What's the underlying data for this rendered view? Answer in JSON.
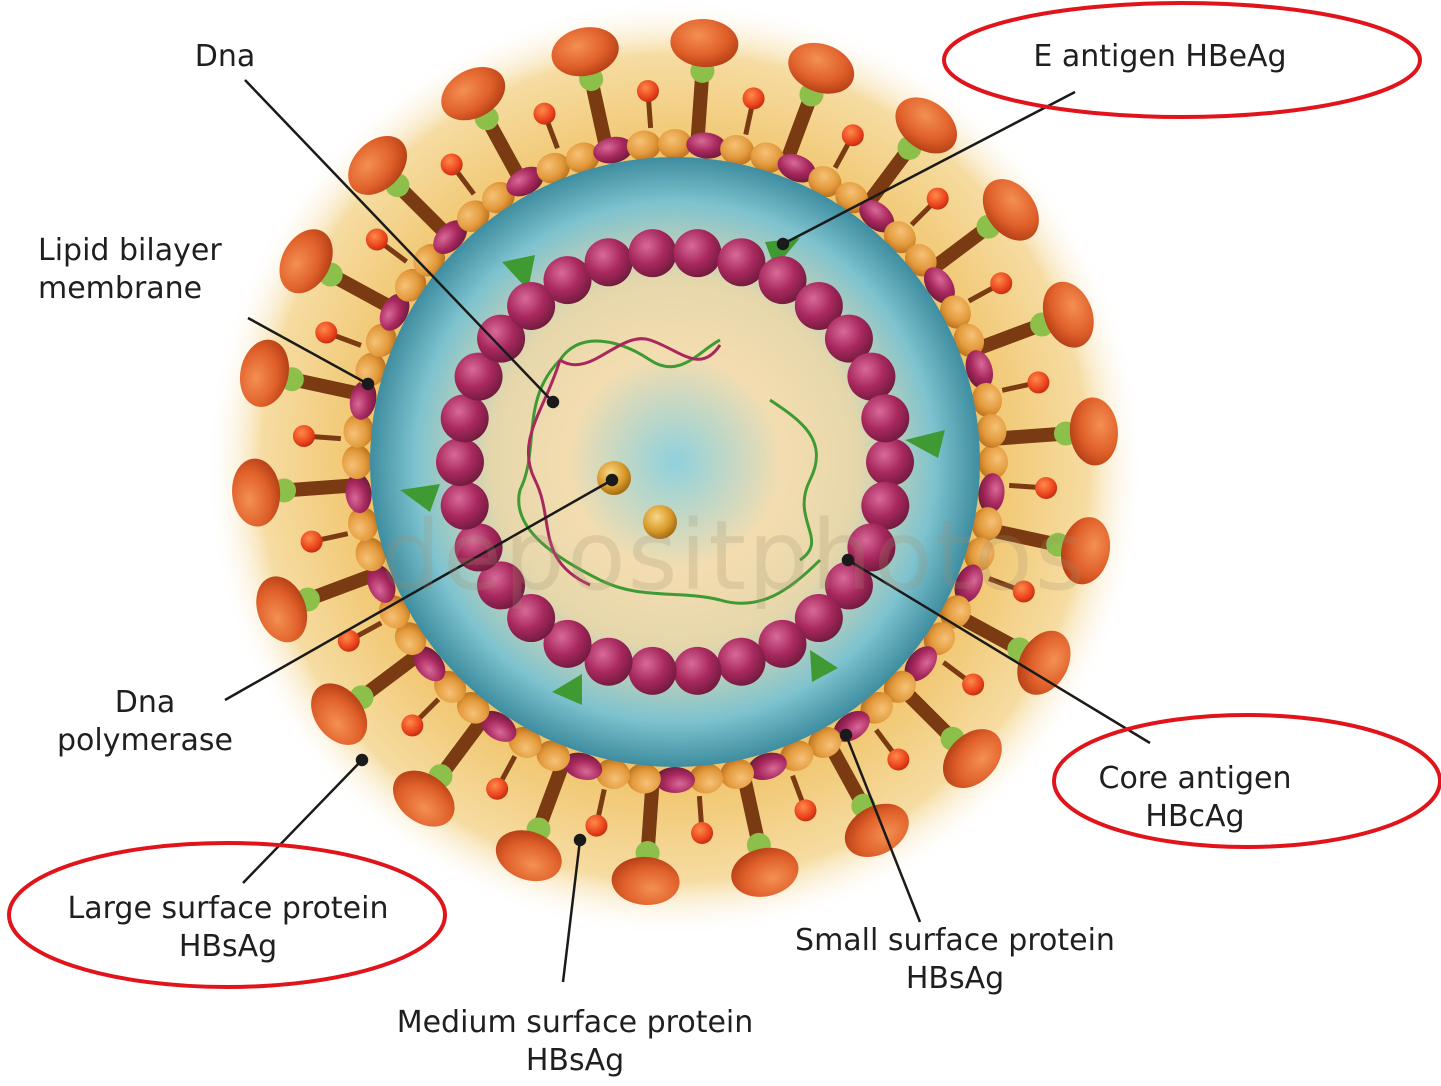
{
  "labels": {
    "dna": "Dna",
    "e_antigen": "E antigen HBeAg",
    "lipid_line1": "Lipid bilayer",
    "lipid_line2": "membrane",
    "polymerase_line1": "Dna",
    "polymerase_line2": "polymerase",
    "core_line1": "Core antigen",
    "core_line2": "HBcAg",
    "large_line1": "Large surface protein",
    "large_line2": "HBsAg",
    "small_line1": "Small surface protein",
    "small_line2": "HBsAg",
    "medium_line1": "Medium surface protein",
    "medium_line2": "HBsAg"
  },
  "watermark": "depositphotos",
  "colors": {
    "highlight_ellipse": "#e0141a",
    "capsid_bead": "#a8285e",
    "lipid_bead": "#e39a3c",
    "spike_head": "#e0602a",
    "spike_neck": "#8cc04a",
    "spike_stem": "#7a3a12",
    "inner_sphere": "#5aa9b8",
    "halo": "#f2c36a",
    "e_antigen": "#3f9a34"
  },
  "icons": {
    "spike": "surface-protein-spike-icon",
    "capsid": "capsid-bead-icon",
    "e_antigen": "e-antigen-triangle-icon",
    "polymerase": "polymerase-dot-icon"
  }
}
